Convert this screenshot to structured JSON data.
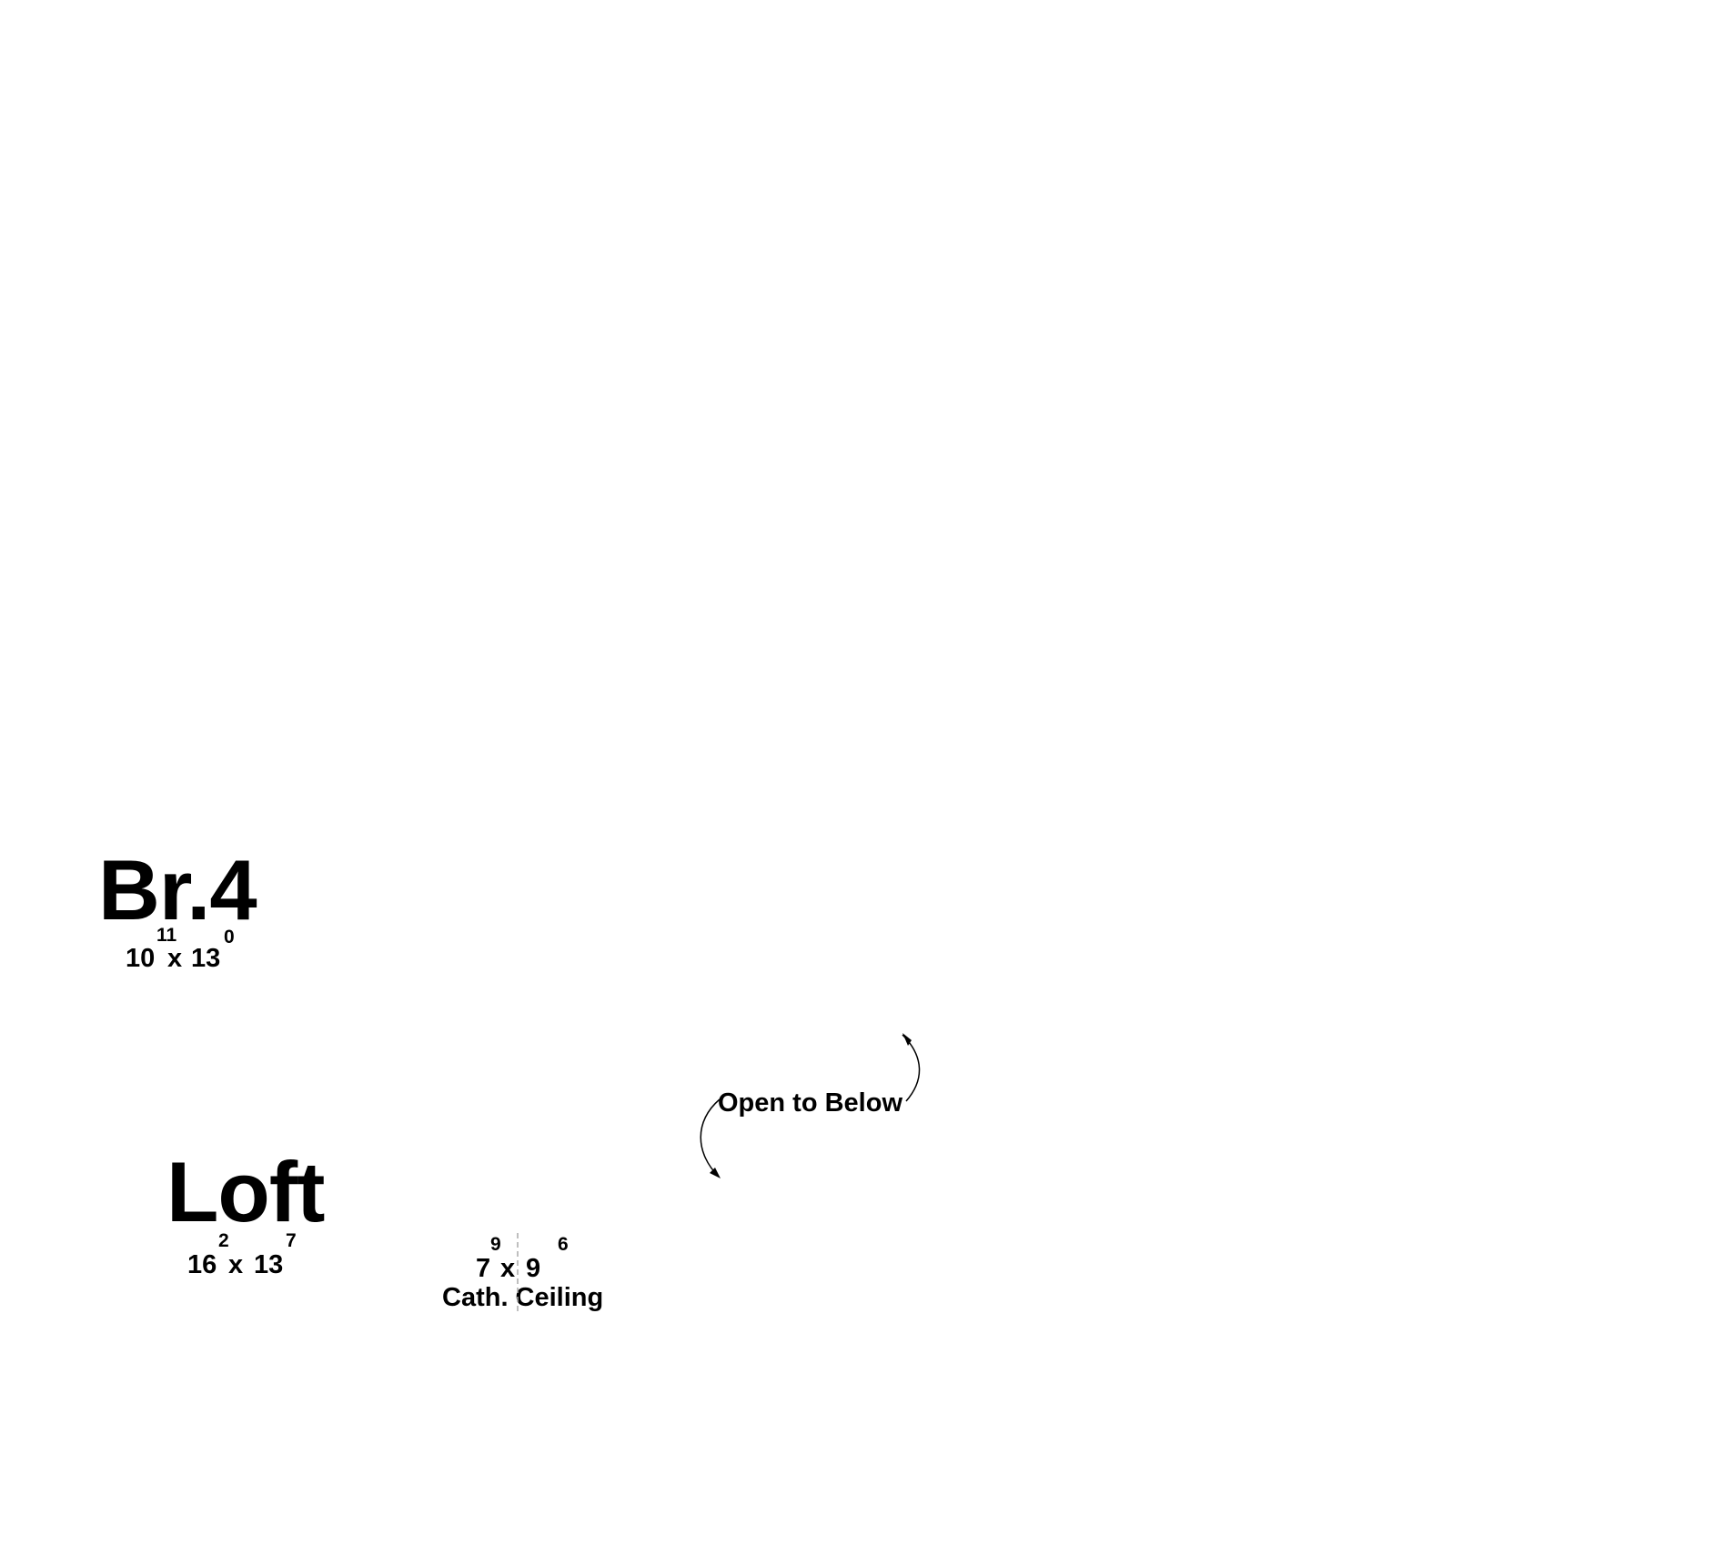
{
  "rooms": [
    {
      "name": "Br.4",
      "dim": {
        "w_ft": "10",
        "w_in": "11",
        "sep": "x",
        "l_ft": "13",
        "l_in": "0"
      }
    },
    {
      "name": "Loft",
      "dim": {
        "w_ft": "16",
        "w_in": "2",
        "sep": "x",
        "l_ft": "13",
        "l_in": "7"
      }
    },
    {
      "name": "",
      "dim": {
        "w_ft": "7",
        "w_in": "9",
        "sep": "x",
        "l_ft": "9",
        "l_in": "6"
      },
      "note": "Cath. Ceiling"
    }
  ],
  "annotations": {
    "open_to_below": "Open to Below"
  },
  "colors": {
    "ink": "#000000",
    "background": "#ffffff",
    "dashed_line": "#aaaaaa"
  }
}
